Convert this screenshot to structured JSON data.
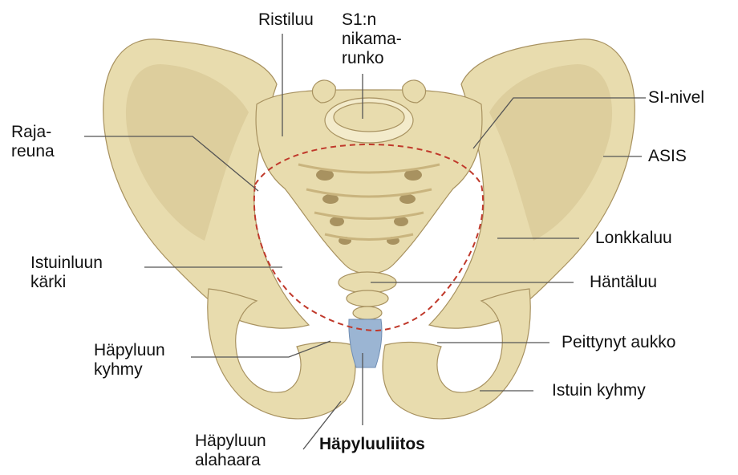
{
  "title": "",
  "colors": {
    "bone_fill": "#e8dcae",
    "bone_shade": "#c9b47e",
    "bone_dark": "#a89260",
    "bone_light": "#f3ebcb",
    "symphysis": "#9bb5d3",
    "pelvic_brim_dash": "#c0392b",
    "leader_line": "#555555",
    "text": "#111111"
  },
  "labels": {
    "ristiluu": [
      "Ristiluu"
    ],
    "s1_vertebral_body": [
      "S1:n",
      "nikama-",
      "runko"
    ],
    "si_joint": [
      "SI-nivel"
    ],
    "asis": [
      "ASIS"
    ],
    "pelvic_brim": [
      "Raja-",
      "reuna"
    ],
    "ilium": [
      "Lonkkaluu"
    ],
    "ischial_spine": [
      "Istuinluun",
      "kärki"
    ],
    "coccyx": [
      "Häntäluu"
    ],
    "obturator_foramen": [
      "Peittynyt aukko"
    ],
    "pubic_tubercle": [
      "Häpyluun",
      "kyhmy"
    ],
    "ischial_tuberosity": [
      "Istuin kyhmy"
    ],
    "inferior_pubic_ramus": [
      "Häpyluun",
      "alahaara"
    ],
    "pubic_symphysis": [
      "Häpyluuliitos"
    ]
  }
}
